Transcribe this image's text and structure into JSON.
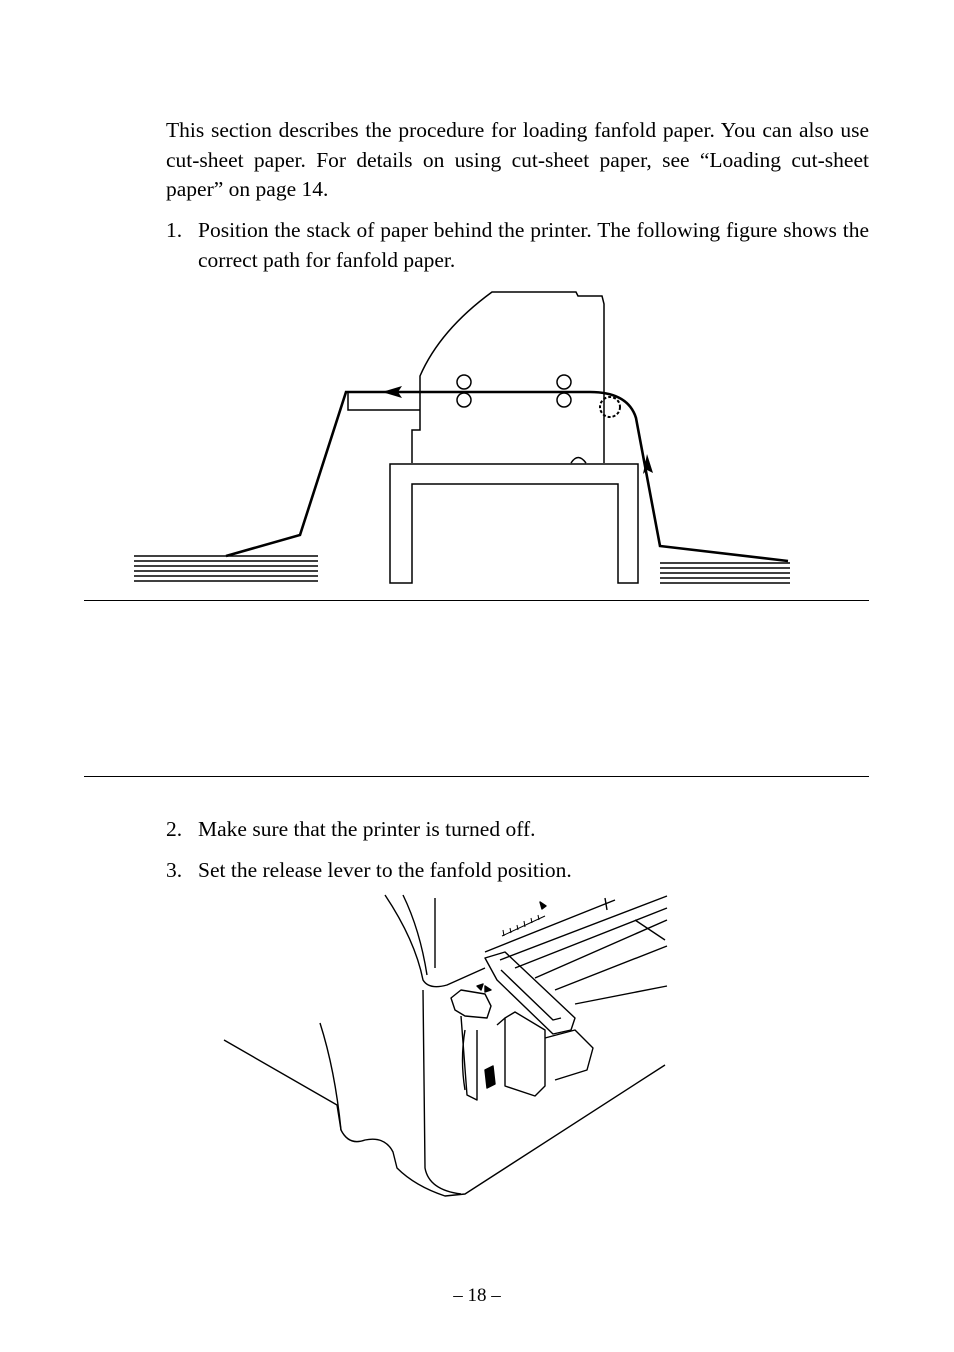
{
  "intro": "This section describes the procedure for loading fanfold paper. You can also use cut-sheet paper. For details on using cut-sheet paper, see “Loading cut-sheet paper” on page 14.",
  "steps": [
    {
      "num": "1.",
      "text": "Position the stack of paper behind the printer.  The following figure shows the correct path for fanfold paper."
    },
    {
      "num": "2.",
      "text": "Make sure that the printer is turned off."
    },
    {
      "num": "3.",
      "text": "Set the release lever to the fanfold position."
    }
  ],
  "page_number": "– 18 –"
}
